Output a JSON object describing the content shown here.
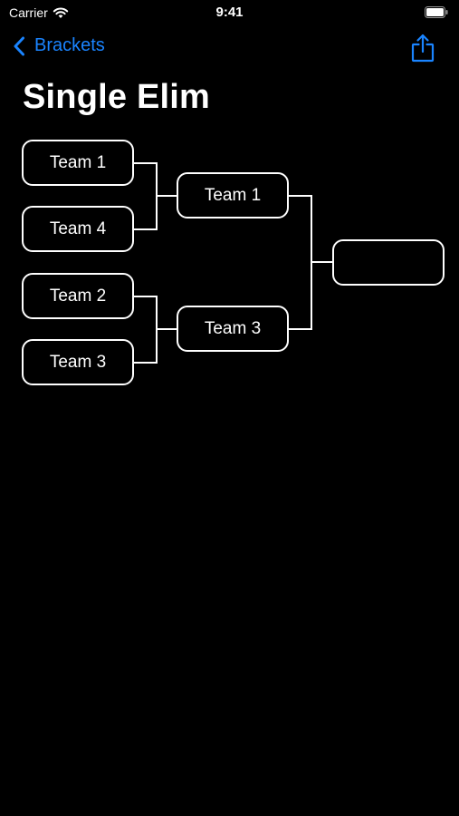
{
  "status_bar": {
    "carrier": "Carrier",
    "time": "9:41"
  },
  "nav": {
    "back_label": "Brackets"
  },
  "title": "Single Elim",
  "bracket": {
    "round1": [
      "Team 1",
      "Team 4",
      "Team 2",
      "Team 3"
    ],
    "round2": [
      "Team 1",
      "Team 3"
    ],
    "final": ""
  },
  "colors": {
    "accent": "#1a84ff",
    "background": "#000000",
    "foreground": "#ffffff"
  },
  "icons": {
    "back": "chevron-left-icon",
    "share": "share-icon",
    "wifi": "wifi-icon",
    "battery": "battery-icon"
  }
}
